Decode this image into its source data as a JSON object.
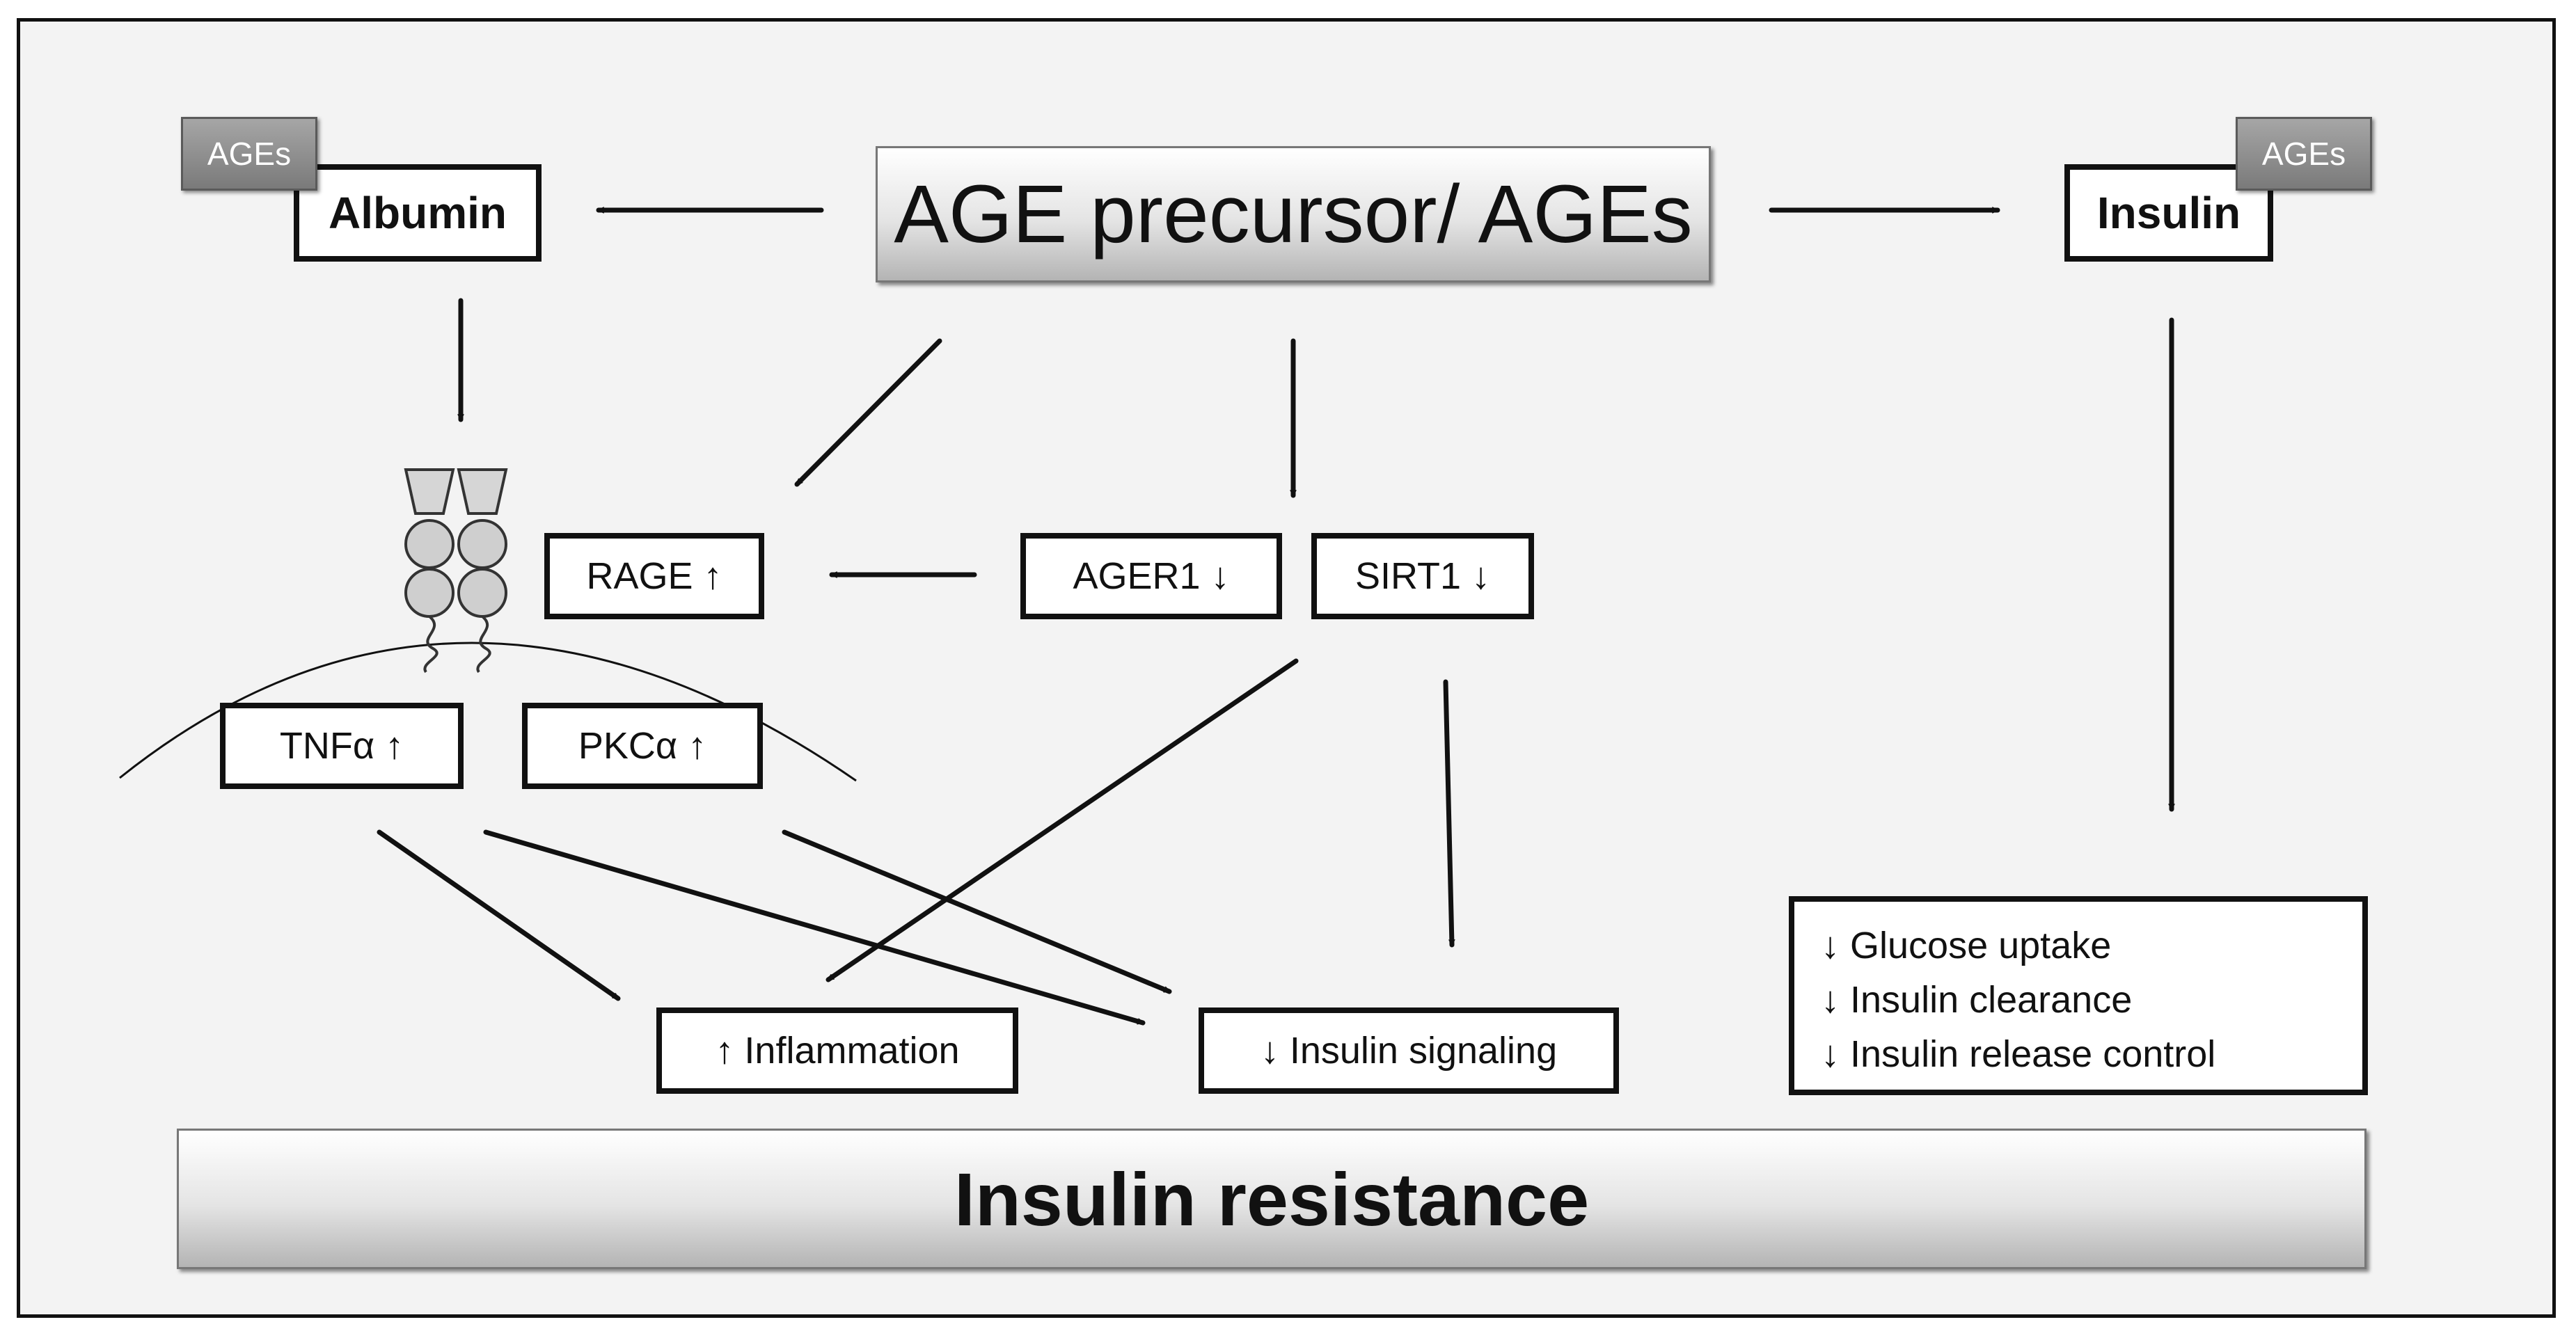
{
  "central": {
    "label": "AGE precursor/ AGEs"
  },
  "albumin": {
    "label": "Albumin",
    "tag": "AGEs"
  },
  "insulin": {
    "label": "Insulin",
    "tag": "AGEs"
  },
  "rage": {
    "label": "RAGE ↑"
  },
  "ager1": {
    "label": "AGER1 ↓"
  },
  "sirt1": {
    "label": "SIRT1 ↓"
  },
  "tnf": {
    "label": "TNFα ↑"
  },
  "pkc": {
    "label": "PKCα ↑"
  },
  "inflammation": {
    "label": "↑ Inflammation"
  },
  "insulin_signaling": {
    "label": "↓ Insulin signaling"
  },
  "effects": {
    "items": [
      "↓ Glucose uptake",
      "↓ Insulin clearance",
      "↓ Insulin release control"
    ]
  },
  "outcome": {
    "label": "Insulin resistance"
  }
}
